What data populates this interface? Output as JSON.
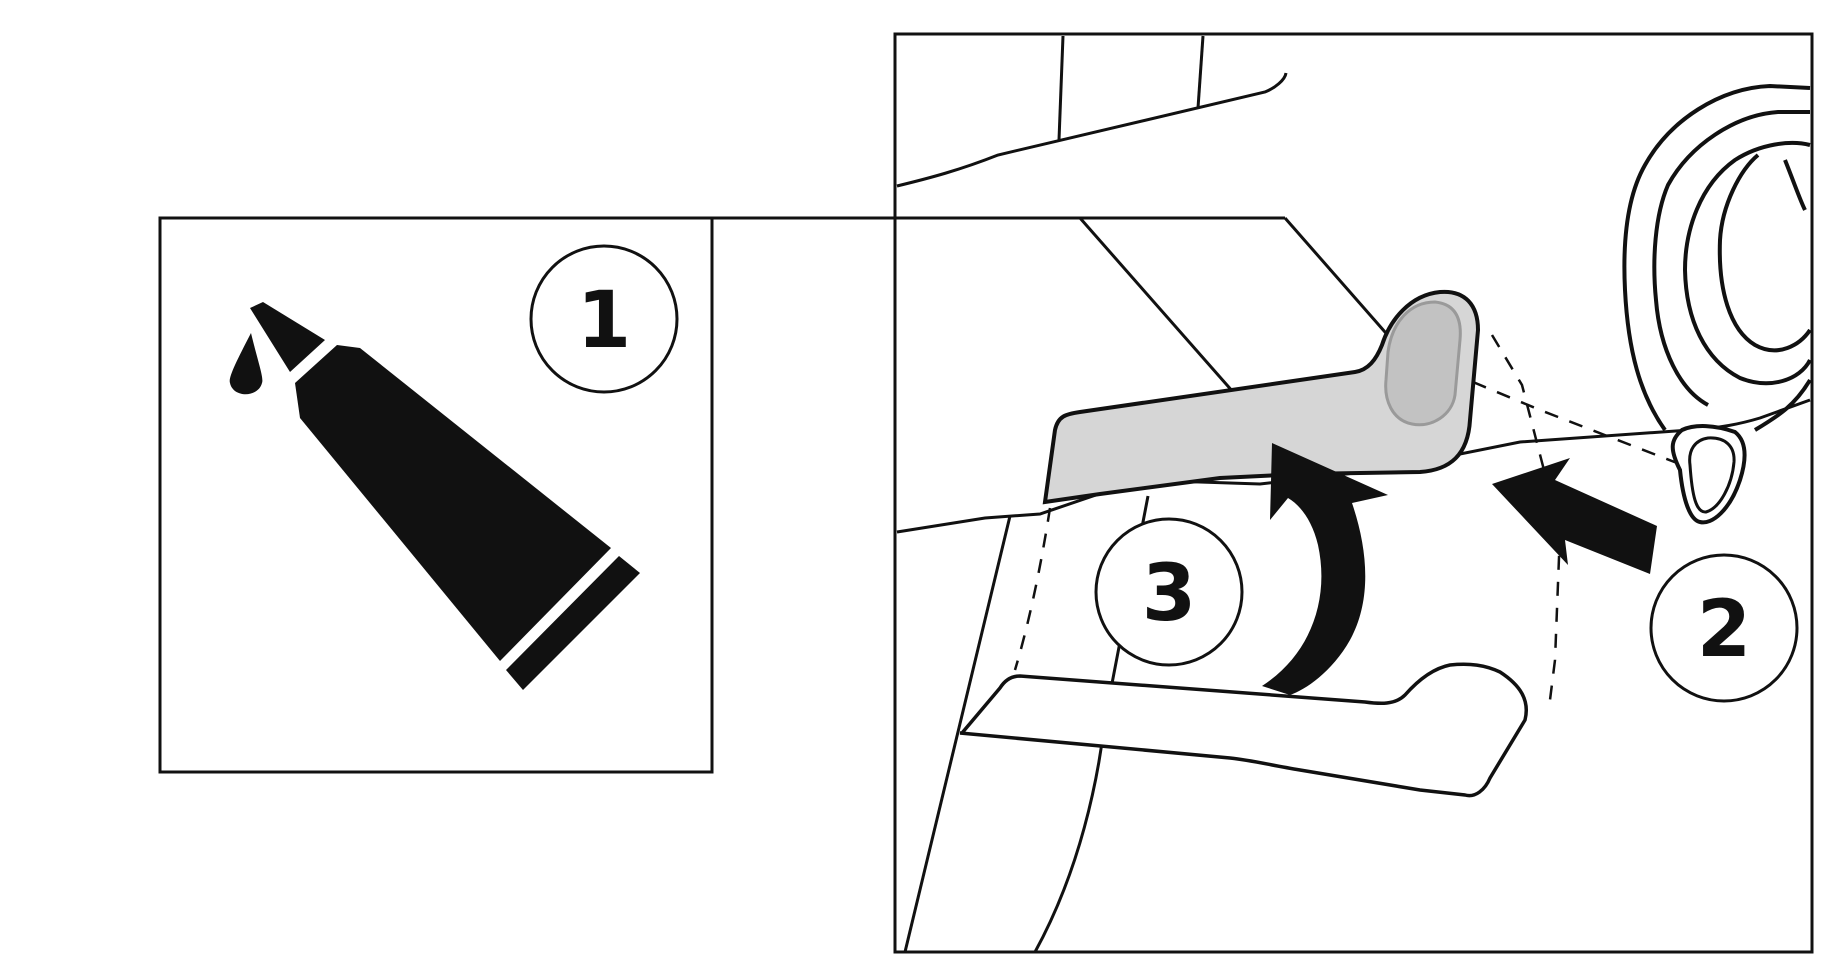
{
  "steps": [
    {
      "id": "step-1",
      "label": "1"
    },
    {
      "id": "step-2",
      "label": "2"
    },
    {
      "id": "step-3",
      "label": "3"
    }
  ],
  "colors": {
    "line": "#111111",
    "background": "#ffffff",
    "highlight_fill": "#d6d6d6",
    "highlight_inner": "#aaaaaa"
  },
  "icons": {
    "lubricant": "lubricant-tube-icon",
    "drop": "grease-drop-icon"
  }
}
